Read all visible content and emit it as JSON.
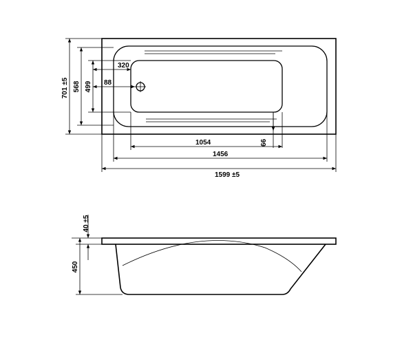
{
  "dimensions": {
    "top_width": "1599 ±5",
    "inner_width": "1456",
    "basin_length": "1054",
    "end_offset": "66",
    "drain_offset": "320",
    "drain_center": "88",
    "overall_depth": "701 ±5",
    "inner_depth": "568",
    "basin_depth": "499",
    "rim_thickness": "40 ±5",
    "tub_height": "450"
  }
}
